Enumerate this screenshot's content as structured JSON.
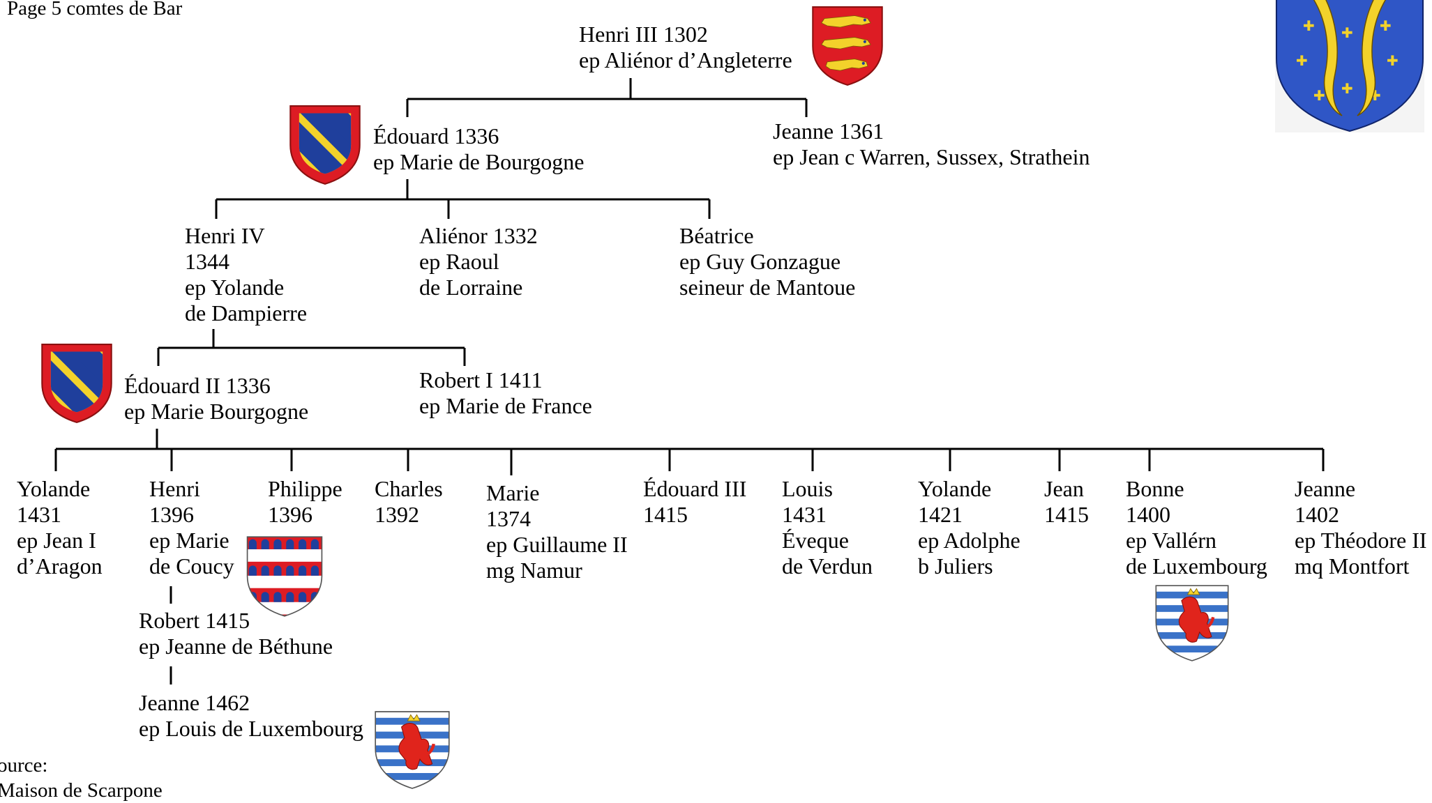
{
  "page_label": "Page 5 comtes de Bar",
  "source": [
    "ource:",
    "Maison de Scarpone"
  ],
  "persons": {
    "henri3": [
      "Henri III 1302",
      "ep Aliénor d’Angleterre"
    ],
    "edouard1": [
      "Édouard  1336",
      "ep Marie de Bourgogne"
    ],
    "jeanne1361": [
      "Jeanne  1361",
      "ep Jean c Warren, Sussex, Strathein"
    ],
    "henri4": [
      "Henri IV",
      "1344",
      "ep Yolande",
      "de Dampierre"
    ],
    "alienor": [
      "Aliénor  1332",
      "ep Raoul",
      "de Lorraine"
    ],
    "beatrice": [
      "Béatrice",
      "ep Guy Gonzague",
      "seineur de Mantoue"
    ],
    "edouard2": [
      "Édouard II  1336",
      "ep Marie Bourgogne"
    ],
    "robert1": [
      "Robert I  1411",
      "ep Marie de France"
    ],
    "yolande1431": [
      "Yolande",
      "1431",
      "ep Jean I",
      "d’Aragon"
    ],
    "henri1396": [
      "Henri",
      "1396",
      "ep Marie",
      "de Coucy"
    ],
    "philippe": [
      "Philippe",
      "1396"
    ],
    "charles": [
      "Charles",
      "1392"
    ],
    "marie1374": [
      "Marie",
      "1374",
      "ep Guillaume II",
      "mg Namur"
    ],
    "edouard3": [
      "Édouard III",
      "1415"
    ],
    "louis": [
      "Louis",
      "1431",
      "Éveque",
      "de Verdun"
    ],
    "yolande1421": [
      "Yolande",
      "1421",
      "ep Adolphe",
      "b Juliers"
    ],
    "jean": [
      "Jean",
      "1415"
    ],
    "bonne": [
      "Bonne",
      "1400",
      "ep Vallérn",
      "de Luxembourg"
    ],
    "jeanne1402": [
      "Jeanne",
      "1402",
      "ep Théodore II",
      "mq Montfort"
    ],
    "robert1415": [
      "Robert 1415",
      "ep Jeanne de Béthune"
    ],
    "jeanne1462": [
      "Jeanne 1462",
      "ep Louis de Luxembourg"
    ]
  },
  "colors": {
    "red": "#dd1c24",
    "gold": "#f3d22b",
    "blue_bar": "#1f3f9c",
    "azure": "#2f56c6",
    "white": "#ffffff",
    "lion": "#e0241c",
    "light_blue": "#3a72c8",
    "line": "#000000"
  },
  "coats_of_arms": [
    {
      "name": "england-arms",
      "desc": "three lions"
    },
    {
      "name": "burgundy-arms",
      "desc": "bendy gold and azure, red border"
    },
    {
      "name": "bar-arms",
      "desc": "two barbels on azure with crosslets"
    },
    {
      "name": "coucy-arms",
      "desc": "barry vair and gules"
    },
    {
      "name": "luxembourg-arms",
      "desc": "barry argent and azure, red lion"
    }
  ]
}
